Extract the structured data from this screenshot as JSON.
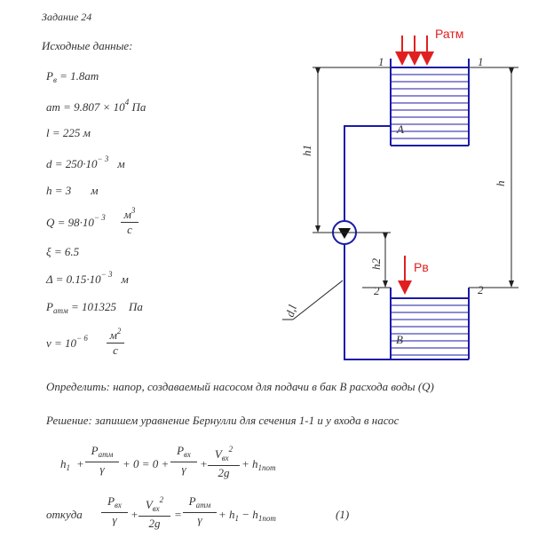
{
  "title": "Задание 24",
  "given_header": "Исходные данные:",
  "params": {
    "pv": "P",
    "pv_sub": "в",
    "pv_val": " = 1.8am",
    "at": "am = 9.807 × 10",
    "at_exp": "4",
    "at_unit": " Па",
    "l": "l  =  225 м",
    "d": "d  =  250·10",
    "d_exp": "− 3",
    "d_unit": "м",
    "h": "h  =  3",
    "h_unit": "м",
    "q": "Q  =  98·10",
    "q_exp": "− 3",
    "q_num": "м",
    "q_num_exp": "3",
    "q_den": "c",
    "xi": "ξ  =  6.5",
    "delta": "Δ  =  0.15·10",
    "delta_exp": "− 3",
    "delta_unit": "м",
    "patm": "P",
    "patm_sub": "атм",
    "patm_val": " = 101325",
    "patm_unit": "Па",
    "nu": "ν  =  10",
    "nu_exp": "− 6",
    "nu_num": "м",
    "nu_num_exp": "2",
    "nu_den": "c"
  },
  "define_text": "Определить: напор, создаваемый насосом для подачи в бак В расхода воды (Q)",
  "solution_text": "Решение: запишем уравнение Бернулли для сечения 1-1 и у входа в насос",
  "eq1": {
    "h1": "h",
    "h1_sub": "1",
    "plus1": "+",
    "f1_num": "P",
    "f1_num_sub": "атм",
    "f1_den": "γ",
    "mid": "+ 0 = 0 +",
    "f2_num": "P",
    "f2_num_sub": "вх",
    "f2_den": "γ",
    "plus2": "+",
    "f3_num": "V",
    "f3_num_sub": "вх",
    "f3_num_exp": "2",
    "f3_den": "2g",
    "tail": "+ h",
    "tail_sub": "1пот"
  },
  "eq2": {
    "lead": "откуда",
    "f1_num": "P",
    "f1_num_sub": "вх",
    "f1_den": "γ",
    "plus": "+",
    "f2_num": "V",
    "f2_num_sub": "вх",
    "f2_num_exp": "2",
    "f2_den": "2g",
    "eq": "=",
    "f3_num": "P",
    "f3_num_sub": "атм",
    "f3_den": "γ",
    "tail": "+ h",
    "tail_sub1": "1",
    "minus": "− h",
    "tail_sub2": "1пот",
    "number": "(1)"
  },
  "diagram": {
    "patm_label": "Ратм",
    "pv_label": "Рв",
    "label_1_left": "1",
    "label_1_right": "1",
    "label_2_left": "2",
    "label_2_right": "2",
    "label_A": "A",
    "label_B": "B",
    "label_h1": "h1",
    "label_h": "h",
    "label_h2": "h2",
    "label_dl": "d,l",
    "colors": {
      "line": "#1a1aa8",
      "dim": "#222222",
      "arrow": "#e02020"
    }
  }
}
